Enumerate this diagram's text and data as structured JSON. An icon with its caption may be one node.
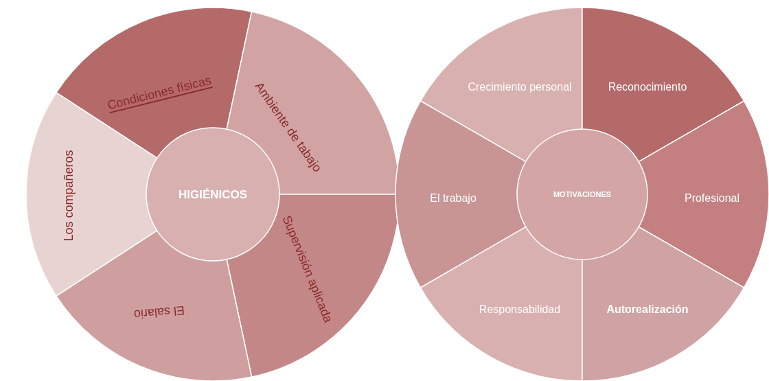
{
  "diagram": {
    "nodes": [
      {
        "text": [
          "HIGIÉNICOS"
        ]
      },
      {
        "text": [
          "Condiciones físicas"
        ]
      },
      {
        "text": [
          "Ambiente de tabajo"
        ]
      },
      {
        "text": [
          "Supervisión aplicada"
        ]
      },
      {
        "text": [
          "El salario"
        ]
      },
      {
        "text": [
          "Los compañeros"
        ]
      },
      {
        "text": [
          "MOTIVACIONES"
        ]
      },
      {
        "text": [
          "Crecimiento personal"
        ]
      },
      {
        "text": [
          "Reconocimiento"
        ]
      },
      {
        "text": [
          "El trabajo"
        ]
      },
      {
        "text": [
          "Profesional"
        ]
      },
      {
        "text": [
          "Responsabilidad"
        ]
      },
      {
        "text": [
          "Autorealización"
        ]
      }
    ]
  }
}
